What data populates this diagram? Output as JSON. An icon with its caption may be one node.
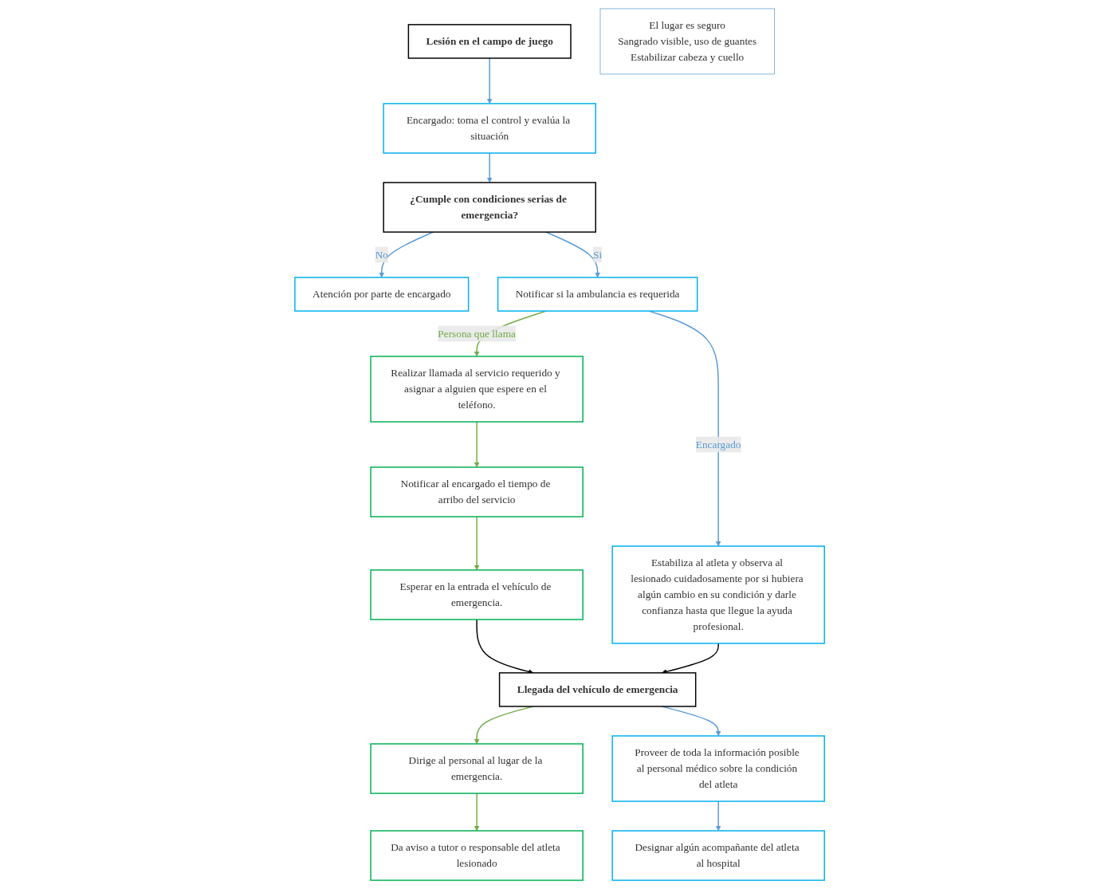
{
  "diagram": {
    "nodes": [
      {
        "text": [
          "Lesión en el campo de juego"
        ]
      },
      {
        "text": [
          "Encargado: toma el control y evalúa la situación"
        ],
        "beside": [
          "El lugar es seguro",
          "Sangrado visible, uso de guantes",
          "Estabilizar cabeza y cuello"
        ]
      },
      {
        "text": [
          "¿Cumple con condiciones serias de emergencia?"
        ]
      },
      {
        "text": [
          "Atención por parte de encargado"
        ]
      },
      {
        "text": [
          "Notificar si la ambulancia es requerida"
        ]
      },
      {
        "text": [
          "Estabiliza al atleta y observa al lesionado cuidadosamente por si hubiera algún cambio en su condición y darle confianza hasta que llegue la ayuda profesional."
        ]
      },
      {
        "text": [
          "Realizar llamada al servicio requerido y asignar a alguien que espere en el teléfono."
        ]
      },
      {
        "text": [
          "Notificar al encargado el tiempo de arribo del servicio"
        ]
      },
      {
        "text": [
          "Esperar en la entrada el vehículo de emergencia."
        ]
      },
      {
        "text": [
          "Llegada del vehículo de emergencia"
        ]
      },
      {
        "text": [
          "Dirige al personal al lugar de la emergencia."
        ]
      },
      {
        "text": [
          "Da aviso a tutor o responsable del atleta lesionado"
        ]
      },
      {
        "text": [
          "Proveer de toda la información posible al personal médico sobre la condición del atleta"
        ]
      },
      {
        "text": [
          "Designar algún acompañante del atleta al hospital"
        ]
      }
    ],
    "edges": [
      {
        "from": 0,
        "to": 1,
        "arrow": "to"
      },
      {
        "from": 1,
        "to": 2,
        "arrow": "to"
      },
      {
        "from": 2,
        "to": 3,
        "arrow": "to",
        "label": "No"
      },
      {
        "from": 2,
        "to": 4,
        "arrow": "to",
        "label": "Si"
      },
      {
        "from": 4,
        "to": 5,
        "arrow": "to",
        "label": "Encargado"
      },
      {
        "from": 4,
        "to": 6,
        "arrow": "to",
        "label": "Persona que llama",
        "color": "#70ad47"
      },
      {
        "from": 6,
        "to": 7,
        "arrow": "to",
        "color": "#70ad47"
      },
      {
        "from": 7,
        "to": 8,
        "arrow": "to",
        "color": "#70ad47"
      },
      {
        "from": 8,
        "to": 9,
        "arrow": "to",
        "color": "#000000"
      },
      {
        "from": 5,
        "to": 9,
        "arrow": "to",
        "color": "#000000"
      },
      {
        "from": 9,
        "to": 10,
        "arrow": "to",
        "color": "#70ad47"
      },
      {
        "from": 9,
        "to": 12,
        "arrow": "to"
      },
      {
        "from": 10,
        "to": 11,
        "arrow": "to",
        "color": "#70ad47"
      },
      {
        "from": 12,
        "to": 13,
        "arrow": "to"
      }
    ]
  }
}
